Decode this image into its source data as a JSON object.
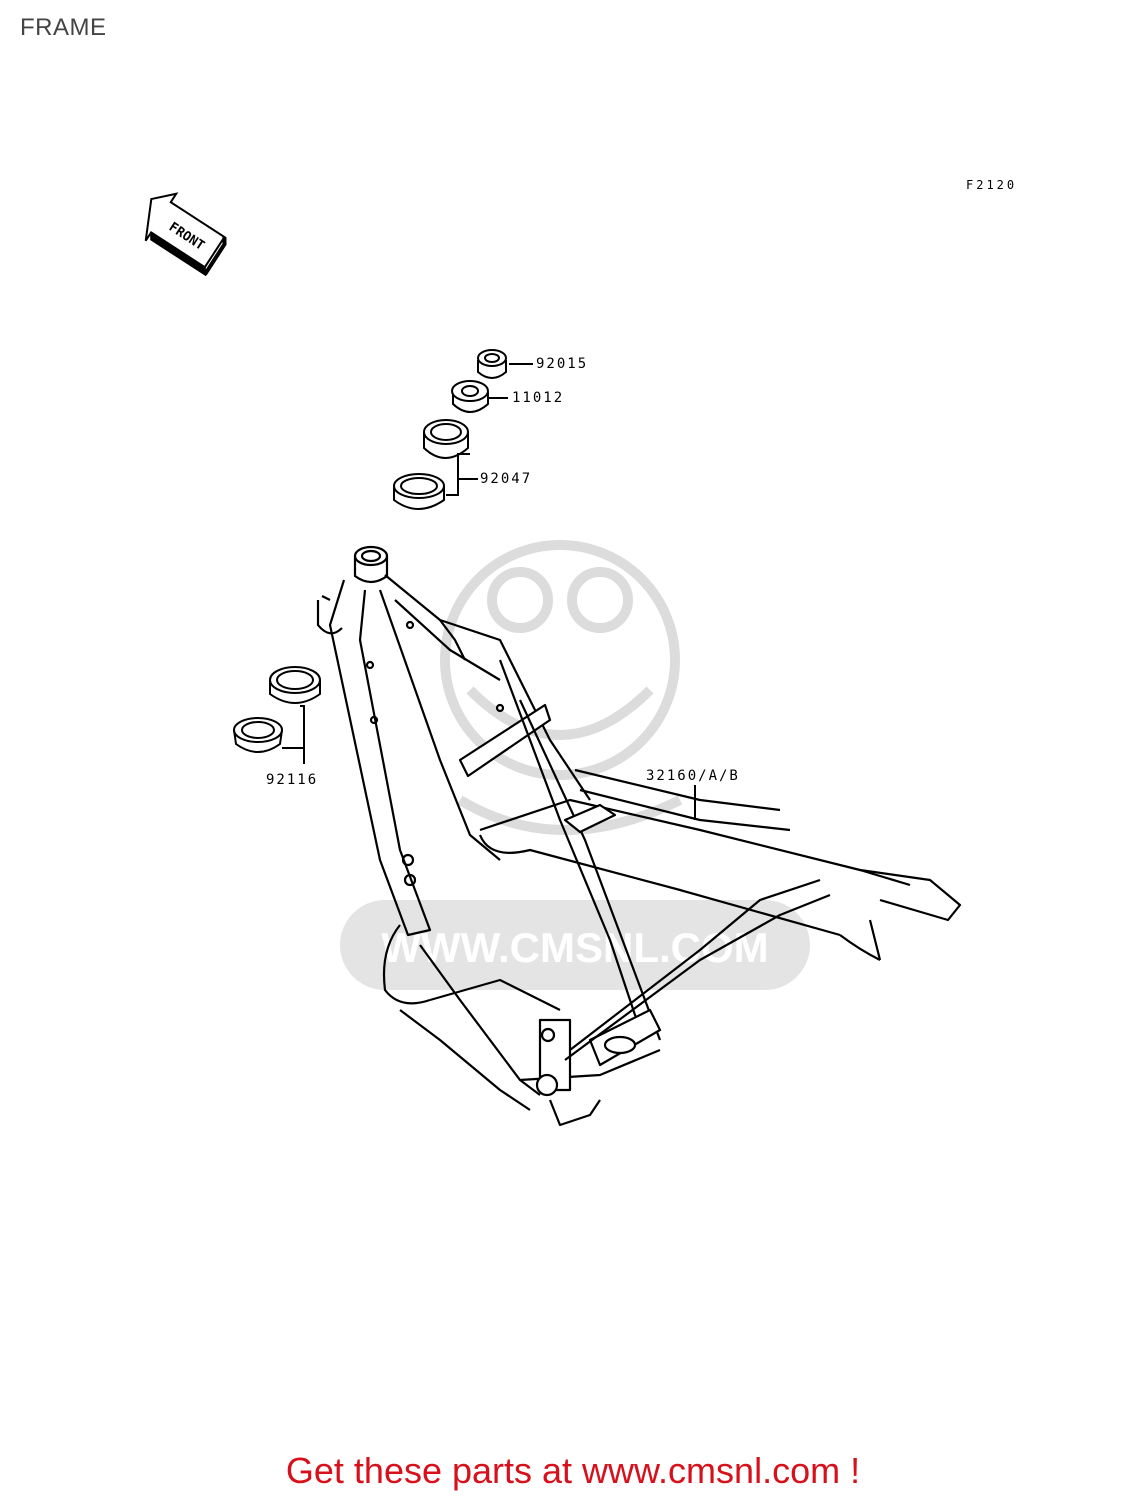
{
  "header": {
    "title": "FRAME"
  },
  "diagram": {
    "code": "F2120",
    "front_label": "FRONT",
    "watermark_text": "WWW.CMSNL.COM",
    "parts": [
      {
        "number": "92015"
      },
      {
        "number": "11012"
      },
      {
        "number": "92047"
      },
      {
        "number": "92116"
      },
      {
        "number": "32160/A/B"
      }
    ]
  },
  "footer": {
    "promo": "Get these parts at www.cmsnl.com !"
  },
  "colors": {
    "promo": "#d6111b",
    "watermark": "#dcdcdc",
    "line": "#000000"
  }
}
